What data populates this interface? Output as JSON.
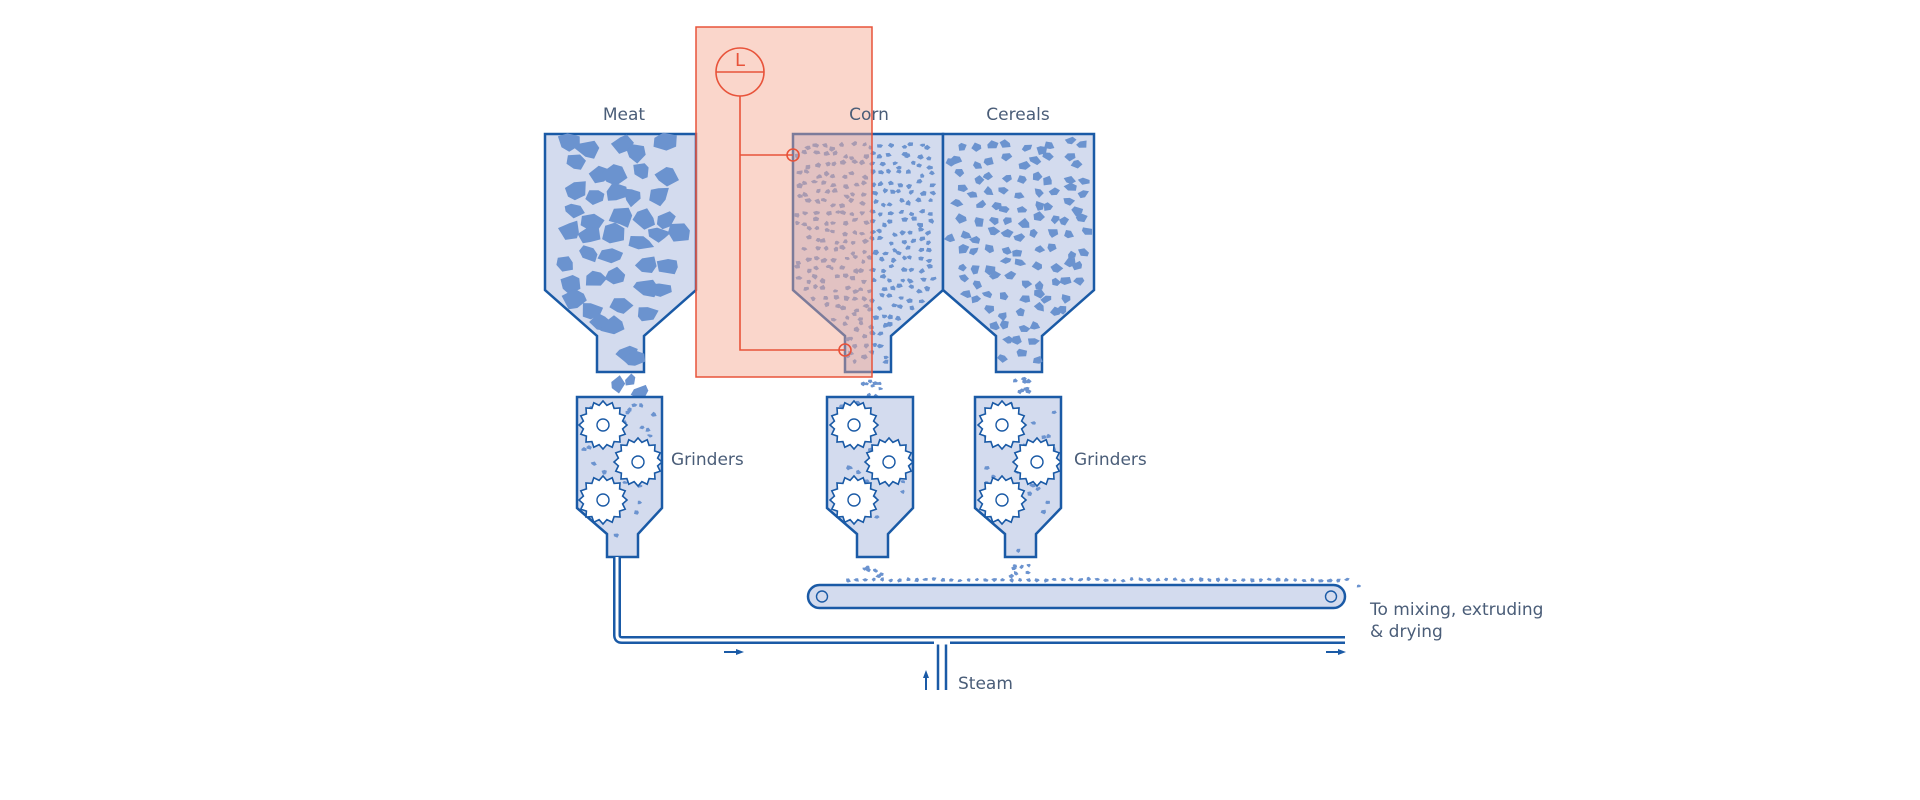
{
  "labels": {
    "meat": "Meat",
    "corn": "Corn",
    "cereals": "Cereals",
    "grinders_left": "Grinders",
    "grinders_right": "Grinders",
    "steam": "Steam",
    "output_line1": "To mixing, extruding",
    "output_line2": "& drying",
    "level_sensor": "L"
  },
  "colors": {
    "line_blue": "#1a5aa6",
    "fill_blue": "#d3dbee",
    "material_blue": "#6b93cf",
    "sensor_orange": "#e8533a",
    "sensor_fill": "#f9d4c7",
    "label_gray": "#4a5d78"
  },
  "icons": [
    "gear-icon",
    "level-sensor-icon",
    "flow-arrow-icon"
  ]
}
